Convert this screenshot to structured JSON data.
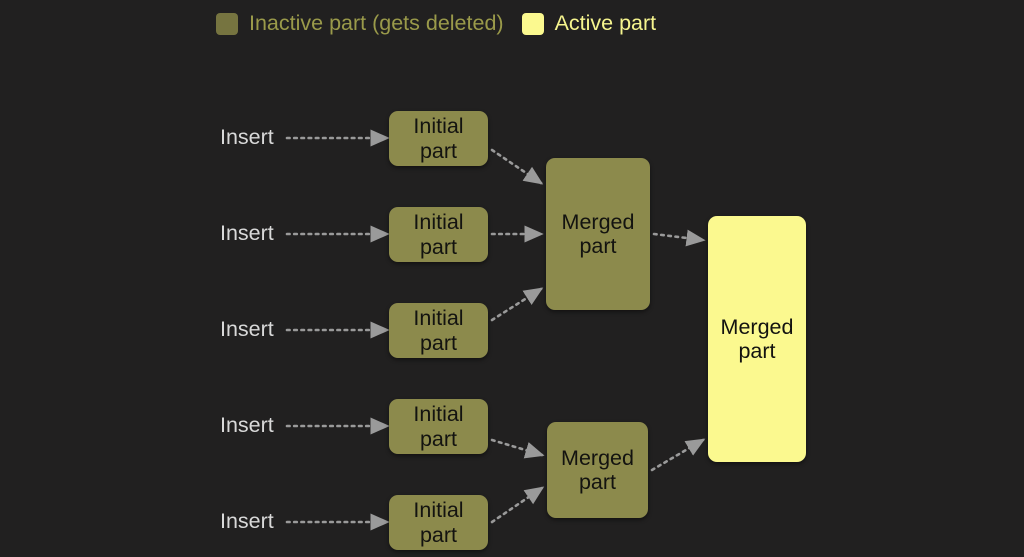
{
  "legend": {
    "items": [
      {
        "label": "Inactive part (gets deleted)",
        "swatch": "inactive-swatch",
        "color": "#767440",
        "text_color": "#9a9a4a"
      },
      {
        "label": "Active part",
        "swatch": "active-swatch",
        "color": "#fbf98f",
        "text_color": "#f6f58e"
      }
    ]
  },
  "diagram": {
    "background_color": "#212020",
    "arrow_color": "#9a9a9a",
    "inactive_box_color": "#8c8a4c",
    "active_box_color": "#fbf98f",
    "box_text_color": "#131310",
    "insert_text_color": "#d9d9d9",
    "inserts": [
      {
        "label": "Insert"
      },
      {
        "label": "Insert"
      },
      {
        "label": "Insert"
      },
      {
        "label": "Insert"
      },
      {
        "label": "Insert"
      }
    ],
    "initial_parts": [
      {
        "line1": "Initial",
        "line2": "part"
      },
      {
        "line1": "Initial",
        "line2": "part"
      },
      {
        "line1": "Initial",
        "line2": "part"
      },
      {
        "line1": "Initial",
        "line2": "part"
      },
      {
        "line1": "Initial",
        "line2": "part"
      }
    ],
    "merged_parts": [
      {
        "line1": "Merged",
        "line2": "part",
        "state": "inactive"
      },
      {
        "line1": "Merged",
        "line2": "part",
        "state": "inactive"
      }
    ],
    "final_part": {
      "line1": "Merged",
      "line2": "part",
      "state": "active"
    }
  }
}
